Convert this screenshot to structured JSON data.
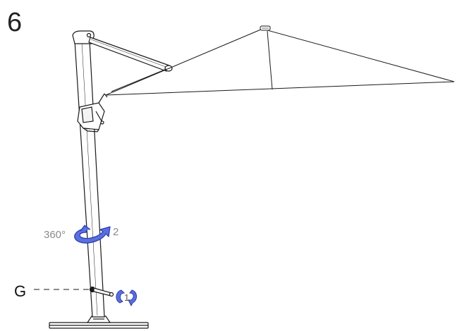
{
  "step_number": "6",
  "rotation": {
    "angle_label": "360°",
    "step2_label": "2",
    "step1_label": "1"
  },
  "part_label": "G",
  "colors": {
    "line": "#1a1a1a",
    "arrow_fill": "#5a6fe0",
    "arrow_stroke": "#2a3aa8",
    "label_gray": "#8a8a8a"
  },
  "icons": [
    "rotate-360-arrow-icon",
    "rotate-arrow-icon"
  ]
}
